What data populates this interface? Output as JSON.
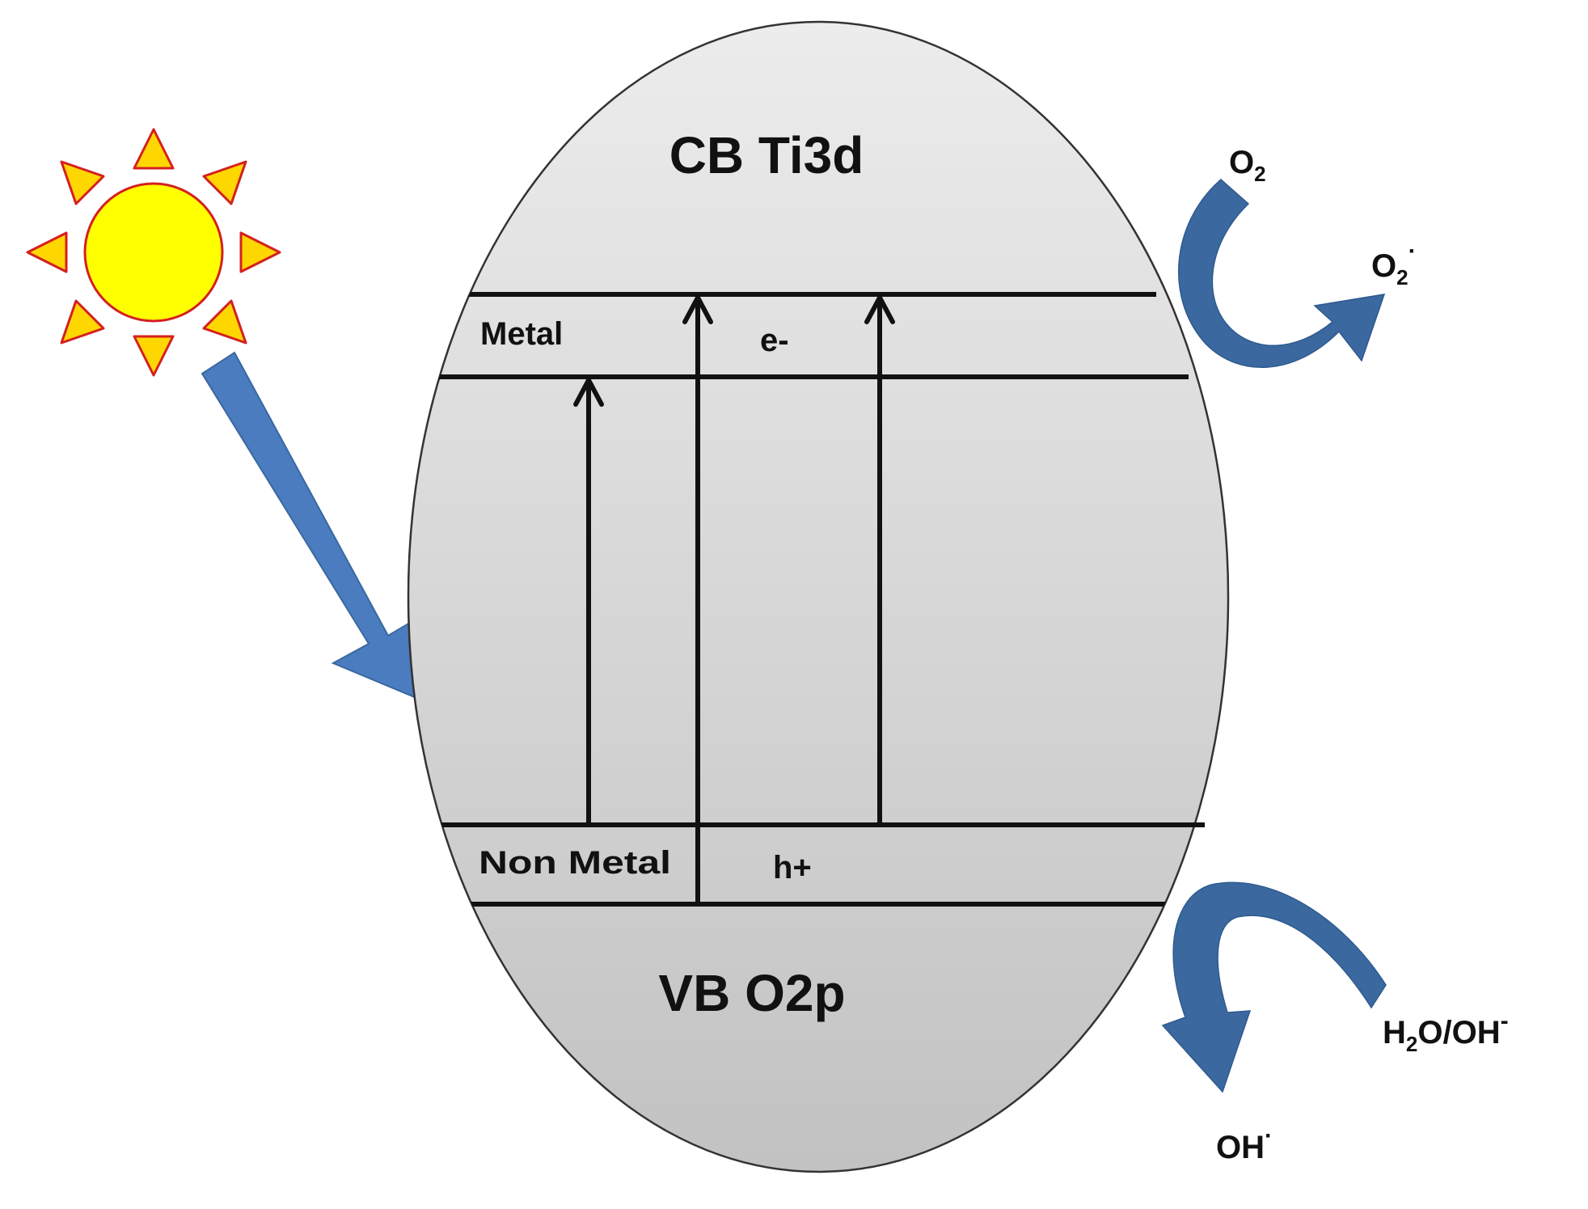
{
  "diagram": {
    "cb_label": "CB Ti3d",
    "vb_label": "VB O2p",
    "metal_label": "Metal",
    "nonmetal_label": "Non Metal",
    "electron_label": "e-",
    "hole_label": "h+",
    "oxygen_in": {
      "base": "O",
      "sub": "2"
    },
    "superoxide_out": {
      "base": "O",
      "sub": "2",
      "sup": "·"
    },
    "water_in": {
      "base1": "H",
      "sub": "2",
      "base2": "O/OH",
      "sup": "-"
    },
    "hydroxyl_out": {
      "base": "OH",
      "sup": "·"
    }
  },
  "colors": {
    "particle_light": "#ececec",
    "particle_dark": "#c2c2c2",
    "sun_fill": "#ffff00",
    "sun_ray_fill": "#ffd700",
    "sun_stroke": "#d42020",
    "arrow_blue": "#4a7cbf",
    "arrow_blue_dark": "#3a689f",
    "line": "#111111"
  }
}
